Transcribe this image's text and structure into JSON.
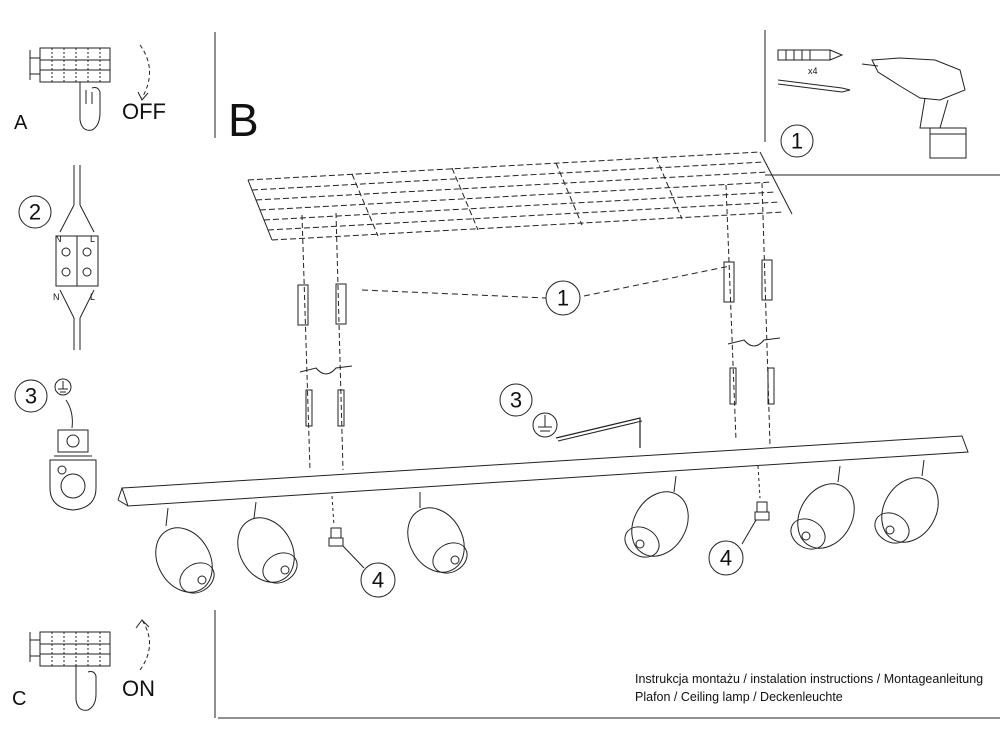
{
  "steps": {
    "a_letter": "A",
    "a_state": "OFF",
    "b_letter": "B",
    "c_letter": "C",
    "c_state": "ON"
  },
  "callouts": {
    "drill_step": "1",
    "wiring_step": "2",
    "ground_step": "3",
    "main_step1": "1",
    "main_step3": "3",
    "screw_left": "4",
    "screw_right": "4"
  },
  "terminal_labels": {
    "n_top": "N",
    "l_top": "L",
    "n_bottom": "N",
    "l_bottom": "L"
  },
  "kit": {
    "quantity": "x4"
  },
  "footer": {
    "line1": "Instrukcja montażu / instalation instructions / Montageanleitung",
    "line2": "Plafon / Ceiling lamp / Deckenleuchte"
  }
}
